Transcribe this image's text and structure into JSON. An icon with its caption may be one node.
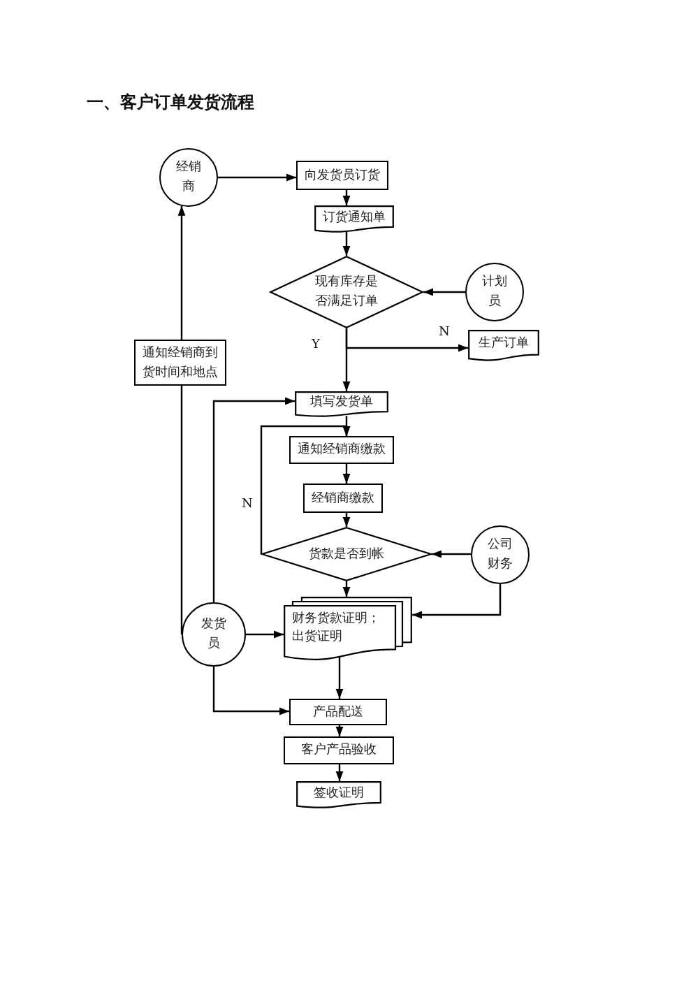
{
  "diagram": {
    "title": "一、客户订单发货流程",
    "nodes": [
      {
        "text": [
          "经销商"
        ]
      },
      {
        "text": [
          "向发货员订货"
        ]
      },
      {
        "text": [
          "订货通知单"
        ]
      },
      {
        "text": [
          "现有库存是否满足订单"
        ]
      },
      {
        "text": [
          "计划员"
        ]
      },
      {
        "text": [
          "生产订单"
        ]
      },
      {
        "text": [
          "通知经销商到货时间和地点"
        ]
      },
      {
        "text": [
          "填写发货单"
        ]
      },
      {
        "text": [
          "通知经销商缴款"
        ]
      },
      {
        "text": [
          "经销商缴款"
        ]
      },
      {
        "text": [
          "货款是否到帐"
        ]
      },
      {
        "text": [
          "公司财务"
        ]
      },
      {
        "text": [
          "发货员"
        ]
      },
      {
        "text": [
          "财务货款证明；出货证明"
        ]
      },
      {
        "text": [
          "产品配送"
        ]
      },
      {
        "text": [
          "客户产品验收"
        ]
      },
      {
        "text": [
          "签收证明"
        ]
      }
    ],
    "edges": [
      {
        "from": 0,
        "to": 1,
        "arrow": "to"
      },
      {
        "from": 1,
        "to": 2,
        "arrow": "to"
      },
      {
        "from": 2,
        "to": 3,
        "arrow": "to"
      },
      {
        "from": 4,
        "to": 3,
        "arrow": "to"
      },
      {
        "from": 3,
        "to": 5,
        "arrow": "to",
        "label": "N"
      },
      {
        "from": 3,
        "to": 7,
        "arrow": "to",
        "label": "Y"
      },
      {
        "from": 6,
        "to": 0,
        "arrow": "to"
      },
      {
        "from": 12,
        "to": 6,
        "arrow": "none"
      },
      {
        "from": 12,
        "to": 7,
        "arrow": "to"
      },
      {
        "from": 7,
        "to": 8,
        "arrow": "to"
      },
      {
        "from": 8,
        "to": 9,
        "arrow": "to"
      },
      {
        "from": 9,
        "to": 10,
        "arrow": "to"
      },
      {
        "from": 10,
        "to": 8,
        "arrow": "to",
        "label": "N"
      },
      {
        "from": 11,
        "to": 10,
        "arrow": "to"
      },
      {
        "from": 10,
        "to": 13,
        "arrow": "to"
      },
      {
        "from": 11,
        "to": 13,
        "arrow": "to"
      },
      {
        "from": 12,
        "to": 13,
        "arrow": "to"
      },
      {
        "from": 13,
        "to": 14,
        "arrow": "to"
      },
      {
        "from": 12,
        "to": 14,
        "arrow": "to"
      },
      {
        "from": 14,
        "to": 15,
        "arrow": "to"
      },
      {
        "from": 15,
        "to": 16,
        "arrow": "to"
      }
    ]
  }
}
